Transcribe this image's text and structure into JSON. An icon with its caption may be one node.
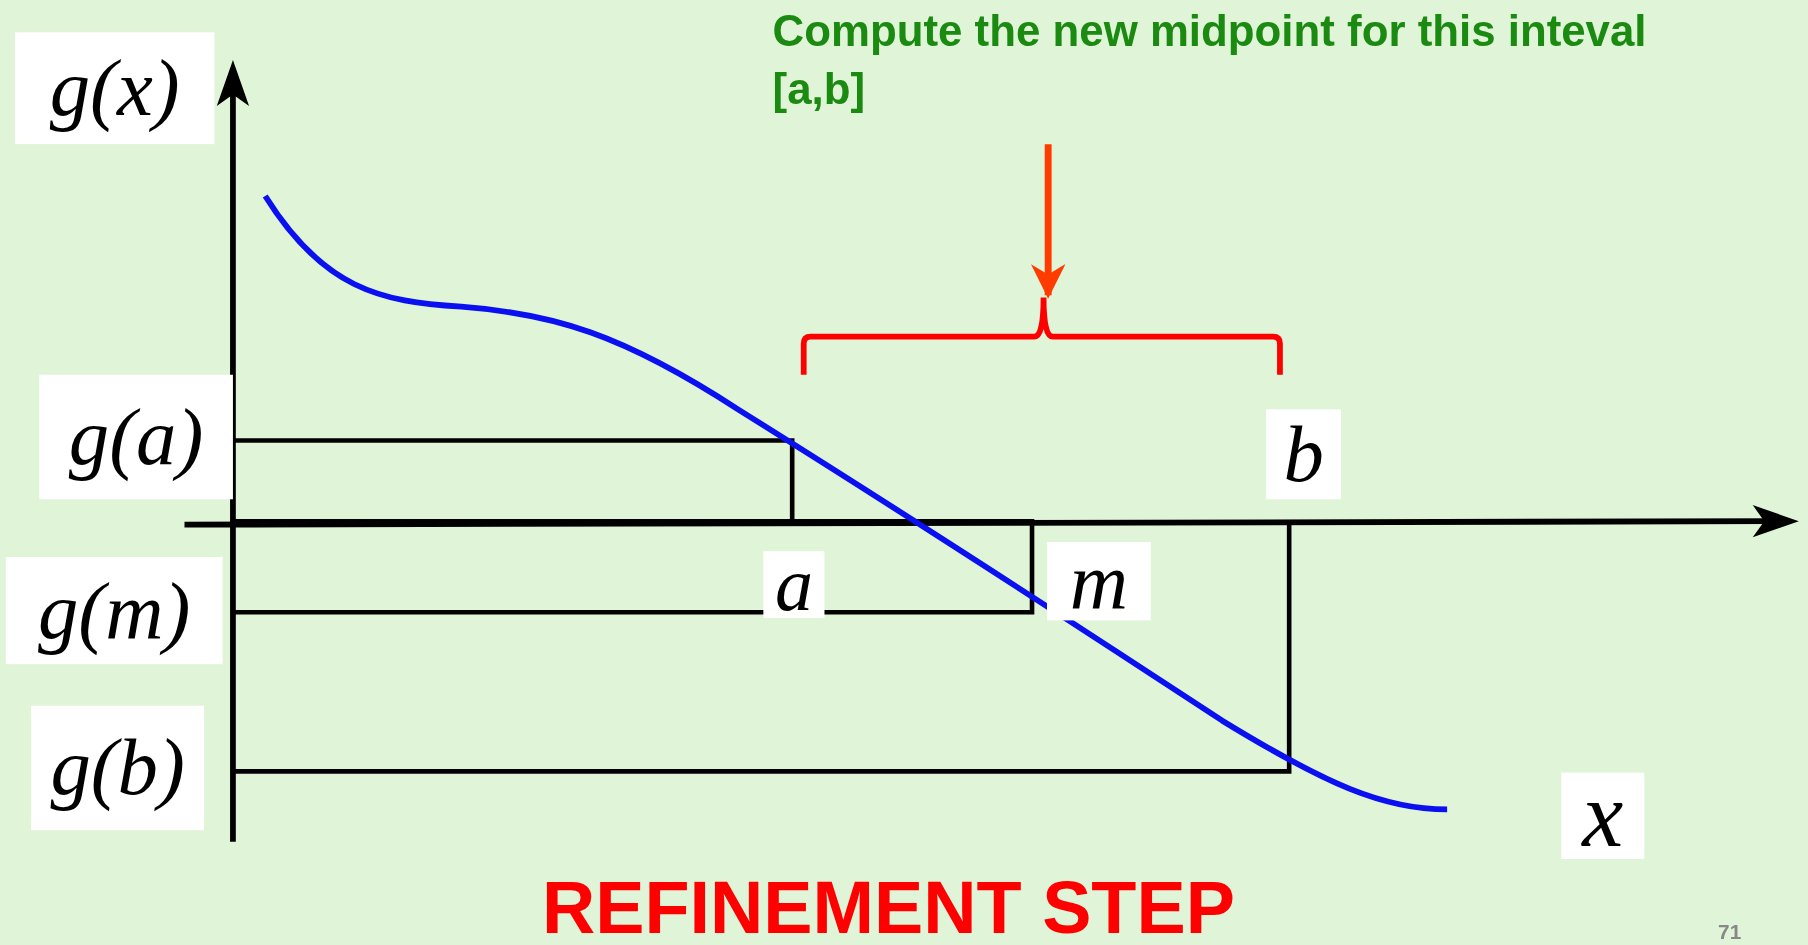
{
  "diagram": {
    "caption": "REFINEMENT STEP",
    "nodes": [
      {
        "text": [
          "Compute the new midpoint for this inteval [a,b]"
        ]
      },
      {
        "text": [],
        "shape": "brace"
      }
    ],
    "edges": [
      {
        "from": 0,
        "to": 1,
        "arrow": "to",
        "color": "#ff3c00"
      }
    ],
    "labels": [
      "g(x)",
      "g(a)",
      "b",
      "g(m)",
      "a",
      "m",
      "g(b)",
      "x",
      "71"
    ]
  }
}
